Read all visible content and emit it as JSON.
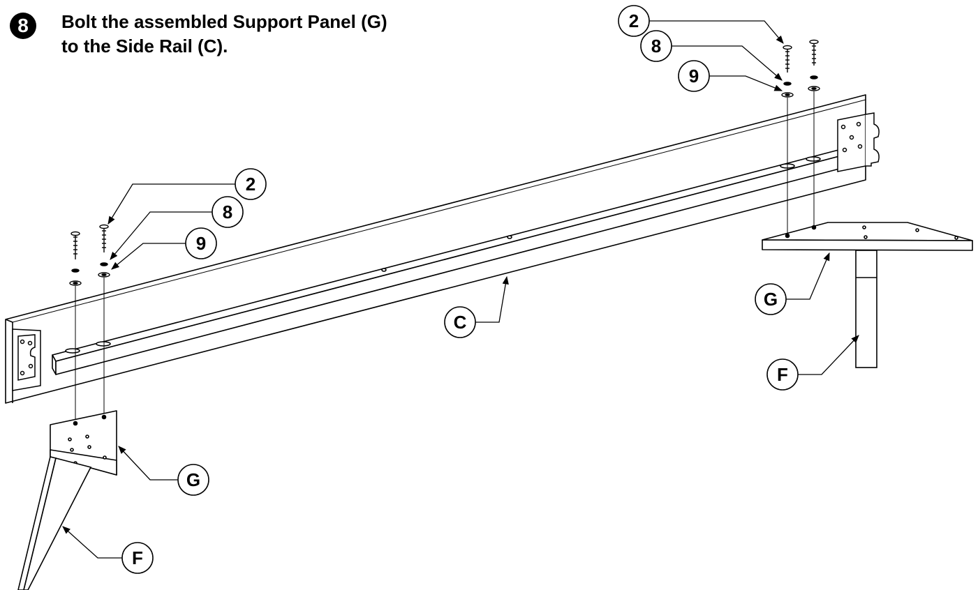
{
  "step": {
    "number": "8"
  },
  "instruction": {
    "line1": "Bolt the assembled Support Panel (G)",
    "line2": "to the Side Rail (C)."
  },
  "callouts": {
    "left_screw": "2",
    "left_lock_washer": "8",
    "left_flat_washer": "9",
    "right_screw": "2",
    "right_lock_washer": "8",
    "right_flat_washer": "9",
    "side_rail": "C",
    "left_support_panel": "G",
    "left_leg": "F",
    "right_support_panel": "G",
    "right_leg": "F"
  }
}
